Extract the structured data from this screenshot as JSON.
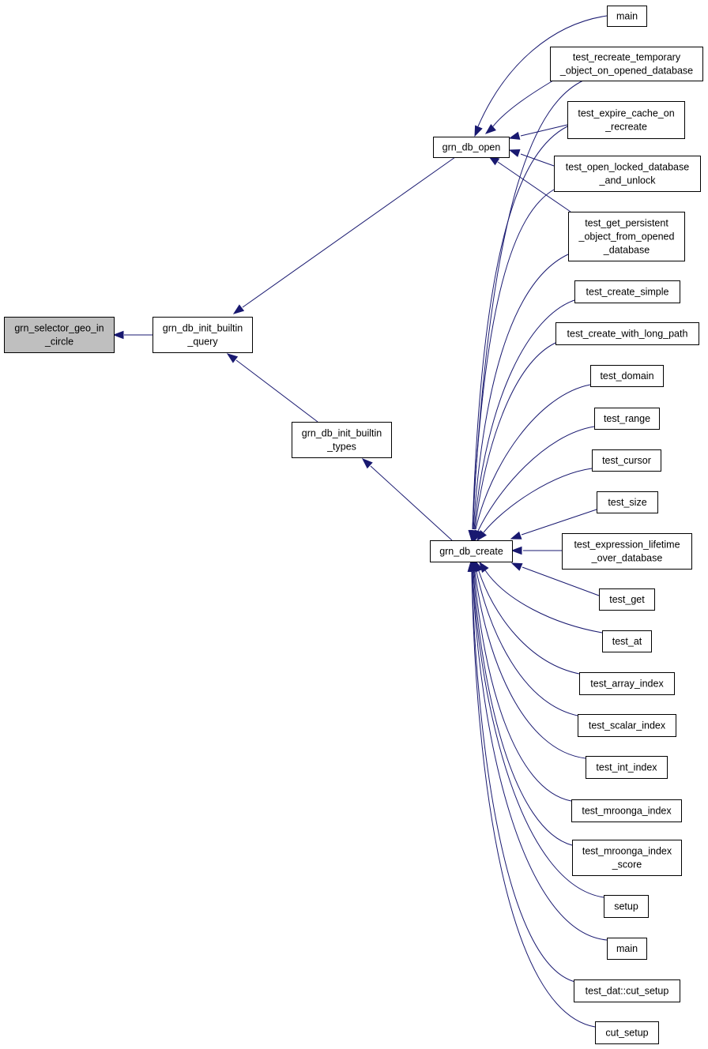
{
  "colors": {
    "edge": "#191970",
    "node_border": "#000000",
    "node_fill": "#ffffff",
    "current_fill": "#bfbfbf"
  },
  "nodes": [
    {
      "id": "grn_selector_geo_in_circle",
      "lines": [
        "grn_selector_geo_in",
        "_circle"
      ],
      "current": true
    },
    {
      "id": "grn_db_init_builtin_query",
      "lines": [
        "grn_db_init_builtin",
        "_query"
      ]
    },
    {
      "id": "grn_db_open",
      "lines": [
        "grn_db_open"
      ]
    },
    {
      "id": "grn_db_init_builtin_types",
      "lines": [
        "grn_db_init_builtin",
        "_types"
      ]
    },
    {
      "id": "grn_db_create",
      "lines": [
        "grn_db_create"
      ]
    },
    {
      "id": "main_a",
      "lines": [
        "main"
      ]
    },
    {
      "id": "test_recreate_temporary",
      "lines": [
        "test_recreate_temporary",
        "_object_on_opened_database"
      ]
    },
    {
      "id": "test_expire_cache",
      "lines": [
        "test_expire_cache_on",
        "_recreate"
      ]
    },
    {
      "id": "test_open_locked",
      "lines": [
        "test_open_locked_database",
        "_and_unlock"
      ]
    },
    {
      "id": "test_get_persistent",
      "lines": [
        "test_get_persistent",
        "_object_from_opened",
        "_database"
      ]
    },
    {
      "id": "test_create_simple",
      "lines": [
        "test_create_simple"
      ]
    },
    {
      "id": "test_create_with_long_path",
      "lines": [
        "test_create_with_long_path"
      ]
    },
    {
      "id": "test_domain",
      "lines": [
        "test_domain"
      ]
    },
    {
      "id": "test_range",
      "lines": [
        "test_range"
      ]
    },
    {
      "id": "test_cursor",
      "lines": [
        "test_cursor"
      ]
    },
    {
      "id": "test_size",
      "lines": [
        "test_size"
      ]
    },
    {
      "id": "test_expression_lifetime",
      "lines": [
        "test_expression_lifetime",
        "_over_database"
      ]
    },
    {
      "id": "test_get",
      "lines": [
        "test_get"
      ]
    },
    {
      "id": "test_at",
      "lines": [
        "test_at"
      ]
    },
    {
      "id": "test_array_index",
      "lines": [
        "test_array_index"
      ]
    },
    {
      "id": "test_scalar_index",
      "lines": [
        "test_scalar_index"
      ]
    },
    {
      "id": "test_int_index",
      "lines": [
        "test_int_index"
      ]
    },
    {
      "id": "test_mroonga_index",
      "lines": [
        "test_mroonga_index"
      ]
    },
    {
      "id": "test_mroonga_index_score",
      "lines": [
        "test_mroonga_index",
        "_score"
      ]
    },
    {
      "id": "setup",
      "lines": [
        "setup"
      ]
    },
    {
      "id": "main_b",
      "lines": [
        "main"
      ]
    },
    {
      "id": "test_dat_cut_setup",
      "lines": [
        "test_dat::cut_setup"
      ]
    },
    {
      "id": "cut_setup",
      "lines": [
        "cut_setup"
      ]
    }
  ],
  "edges": [
    {
      "from": "grn_db_init_builtin_query",
      "to": "grn_selector_geo_in_circle"
    },
    {
      "from": "grn_db_open",
      "to": "grn_db_init_builtin_query"
    },
    {
      "from": "grn_db_init_builtin_types",
      "to": "grn_db_init_builtin_query"
    },
    {
      "from": "grn_db_create",
      "to": "grn_db_init_builtin_types"
    },
    {
      "from": "main_a",
      "to": "grn_db_open"
    },
    {
      "from": "test_recreate_temporary",
      "to": "grn_db_open"
    },
    {
      "from": "test_expire_cache",
      "to": "grn_db_open"
    },
    {
      "from": "test_open_locked",
      "to": "grn_db_open"
    },
    {
      "from": "test_get_persistent",
      "to": "grn_db_open"
    },
    {
      "from": "test_recreate_temporary",
      "to": "grn_db_create"
    },
    {
      "from": "test_expire_cache",
      "to": "grn_db_create"
    },
    {
      "from": "test_open_locked",
      "to": "grn_db_create"
    },
    {
      "from": "test_get_persistent",
      "to": "grn_db_create"
    },
    {
      "from": "test_create_simple",
      "to": "grn_db_create"
    },
    {
      "from": "test_create_with_long_path",
      "to": "grn_db_create"
    },
    {
      "from": "test_domain",
      "to": "grn_db_create"
    },
    {
      "from": "test_range",
      "to": "grn_db_create"
    },
    {
      "from": "test_cursor",
      "to": "grn_db_create"
    },
    {
      "from": "test_size",
      "to": "grn_db_create"
    },
    {
      "from": "test_expression_lifetime",
      "to": "grn_db_create"
    },
    {
      "from": "test_get",
      "to": "grn_db_create"
    },
    {
      "from": "test_at",
      "to": "grn_db_create"
    },
    {
      "from": "test_array_index",
      "to": "grn_db_create"
    },
    {
      "from": "test_scalar_index",
      "to": "grn_db_create"
    },
    {
      "from": "test_int_index",
      "to": "grn_db_create"
    },
    {
      "from": "test_mroonga_index",
      "to": "grn_db_create"
    },
    {
      "from": "test_mroonga_index_score",
      "to": "grn_db_create"
    },
    {
      "from": "setup",
      "to": "grn_db_create"
    },
    {
      "from": "main_b",
      "to": "grn_db_create"
    },
    {
      "from": "test_dat_cut_setup",
      "to": "grn_db_create"
    },
    {
      "from": "cut_setup",
      "to": "grn_db_create"
    }
  ]
}
